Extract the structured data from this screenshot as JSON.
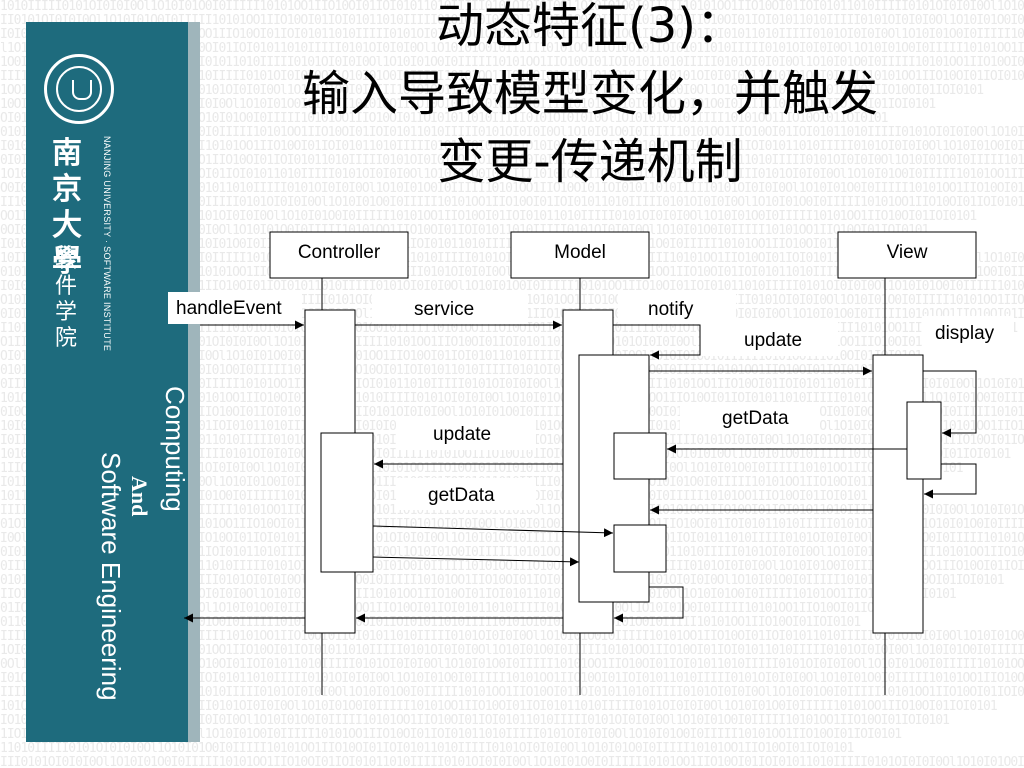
{
  "title": {
    "line1": "动态特征(3)：",
    "line2": "输入导致模型变化，并触发",
    "line3": "变更-传递机制"
  },
  "sidebar": {
    "university_name": "南京大學",
    "institute_name": "软件学院",
    "vertical_text": "NANJING UNIVERSITY · SOFTWARE INSTITUTE",
    "tagline_computing": "Computing",
    "tagline_and": "And",
    "tagline_software": "Software Engineering",
    "accent_color": "#1e6b7d",
    "logo_icon": "university-seal-icon"
  },
  "diagram": {
    "lifelines": [
      "Controller",
      "Model",
      "View"
    ],
    "messages": [
      {
        "from": "external",
        "to": "Controller",
        "label": "handleEvent"
      },
      {
        "from": "Controller",
        "to": "Model",
        "label": "service"
      },
      {
        "from": "Model",
        "to": "Model",
        "label": "notify"
      },
      {
        "from": "Model",
        "to": "View",
        "label": "update"
      },
      {
        "from": "View",
        "to": "View",
        "label": "display"
      },
      {
        "from": "View",
        "to": "Model",
        "label": "getData"
      },
      {
        "from": "Model",
        "to": "Controller",
        "label": "update"
      },
      {
        "from": "Controller",
        "to": "Model",
        "label": "getData"
      }
    ]
  }
}
